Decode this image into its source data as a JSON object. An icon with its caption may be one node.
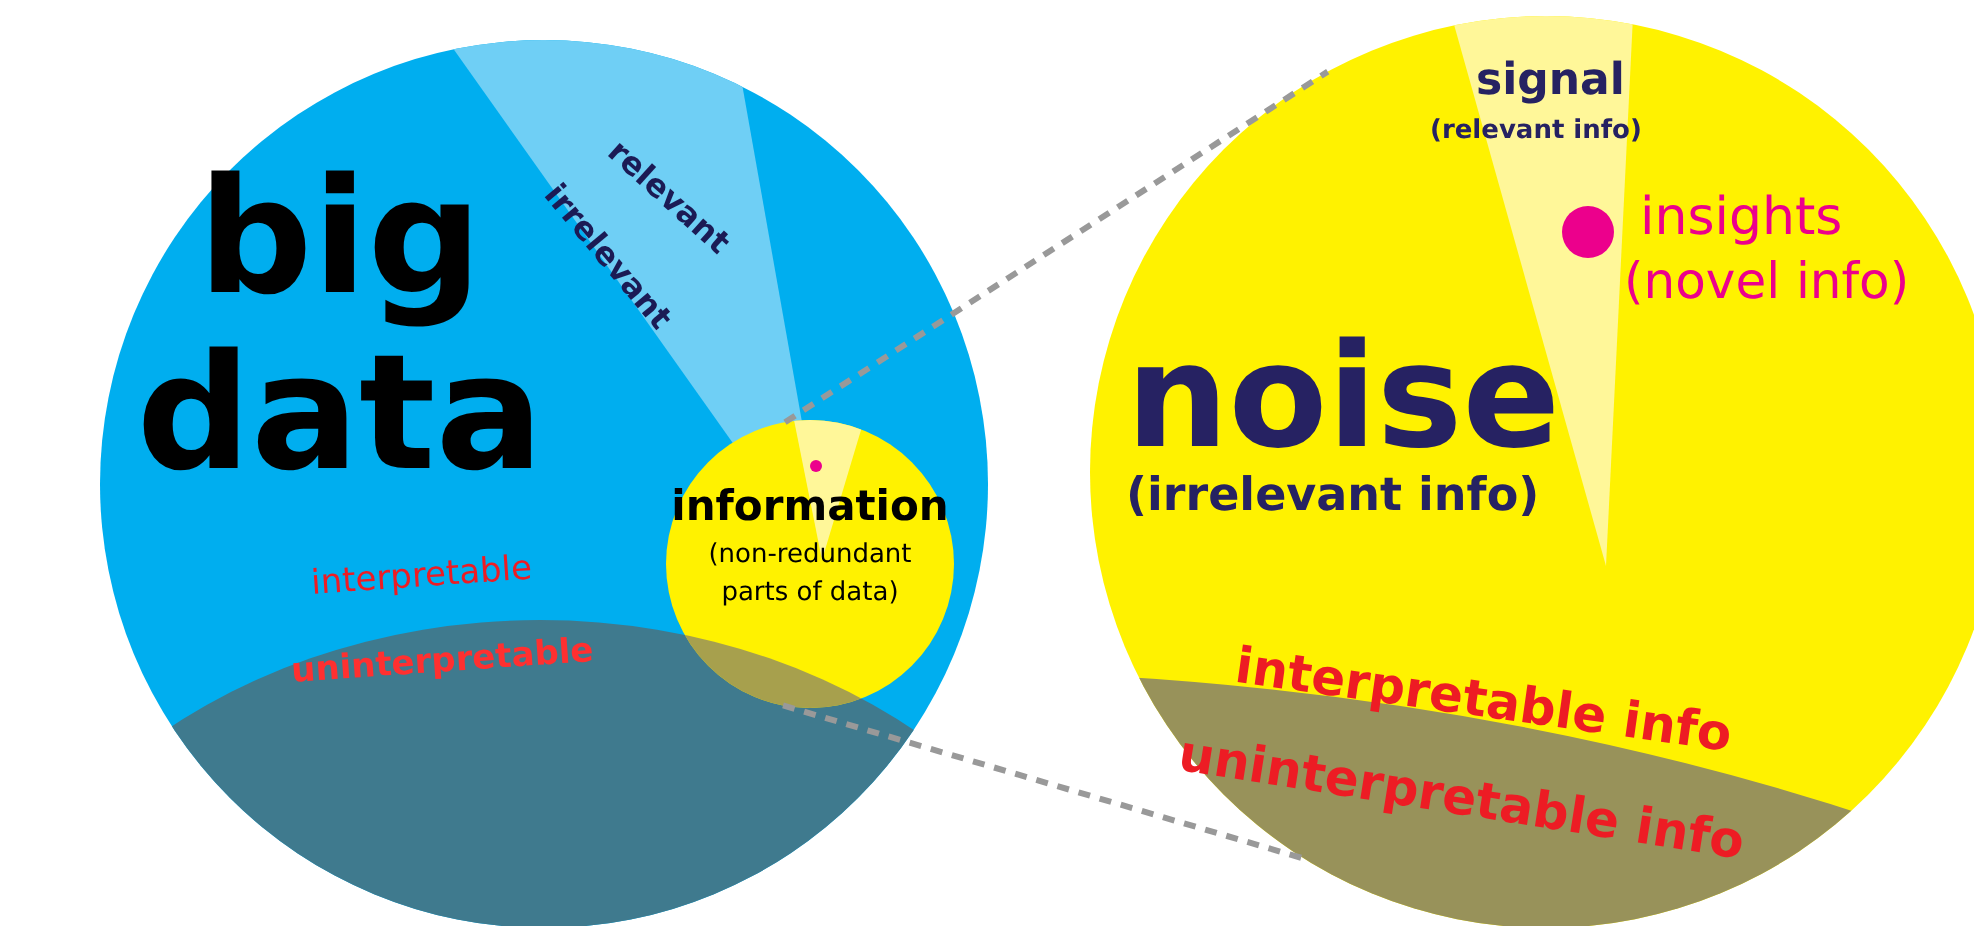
{
  "diagram": {
    "nodes": [
      {
        "text": [
          "big data"
        ]
      },
      {
        "text": [
          "information",
          "(non-redundant parts of data)"
        ],
        "in": 0
      },
      {
        "text": [
          "noise",
          "(irrelevant info)"
        ]
      }
    ],
    "edges": [
      {
        "from": 1,
        "to": 2,
        "arrow": "none",
        "style": "dashed"
      },
      {
        "from": 1,
        "to": 2,
        "arrow": "none",
        "style": "dashed"
      }
    ],
    "labels": [
      "relevant",
      "irrelevant",
      "interpretable",
      "uninterpretable",
      "signal",
      "(relevant info)",
      "insights",
      "(novel info)",
      "interpretable info",
      "uninterpretable info"
    ]
  }
}
